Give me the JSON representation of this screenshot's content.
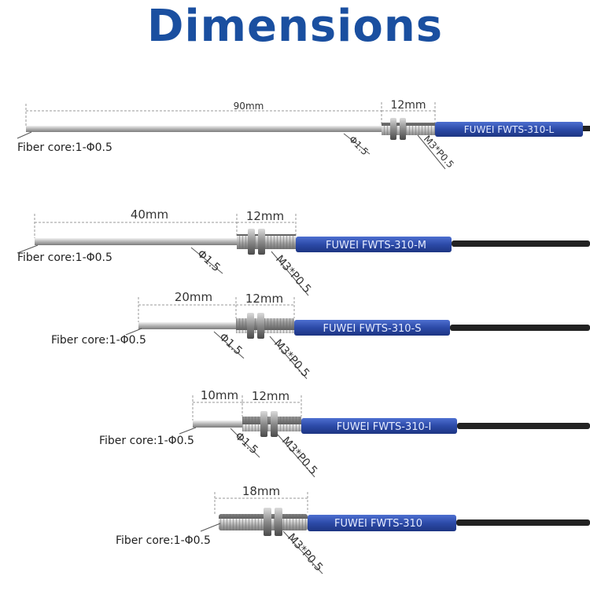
{
  "title": "Dimensions",
  "colors": {
    "title": "#1a4fa0",
    "sleeve": "#2f4fae",
    "cable": "#222222",
    "probe": "#c8c8c8"
  },
  "products": [
    {
      "model": "FUWEI FWTS-310-L",
      "probe_length": "90mm",
      "thread_length": "12mm",
      "diameter": "Φ1.5",
      "thread": "M3*P0.5",
      "fiber_core": "Fiber core:1-Φ0.5"
    },
    {
      "model": "FUWEI FWTS-310-M",
      "probe_length": "40mm",
      "thread_length": "12mm",
      "diameter": "Φ1.5",
      "thread": "M3*P0.5",
      "fiber_core": "Fiber core:1-Φ0.5"
    },
    {
      "model": "FUWEI FWTS-310-S",
      "probe_length": "20mm",
      "thread_length": "12mm",
      "diameter": "Φ1.5",
      "thread": "M3*P0.5",
      "fiber_core": "Fiber core:1-Φ0.5"
    },
    {
      "model": "FUWEI FWTS-310-I",
      "probe_length": "10mm",
      "thread_length": "12mm",
      "diameter": "Φ1.5",
      "thread": "M3*P0.5",
      "fiber_core": "Fiber core:1-Φ0.5"
    },
    {
      "model": "FUWEI FWTS-310",
      "thread_length": "18mm",
      "thread": "M3*P0.5",
      "fiber_core": "Fiber core:1-Φ0.5"
    }
  ]
}
